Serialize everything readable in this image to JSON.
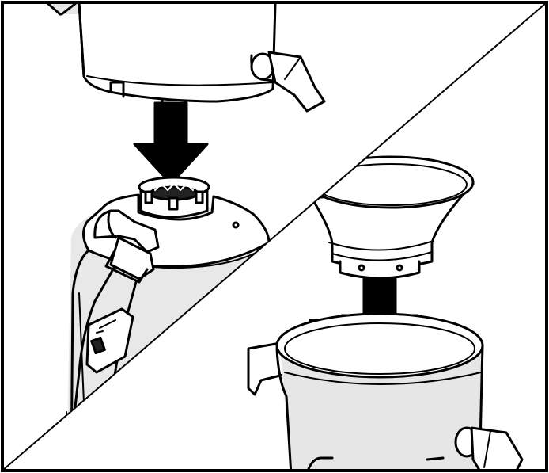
{
  "figure": {
    "panels": [
      {
        "id": "left",
        "arrow_direction": "down"
      },
      {
        "id": "right",
        "arrow_direction": "down"
      }
    ],
    "colors": {
      "line": "#000000",
      "fill": "#ffffff",
      "shade": "#e2e2e2",
      "dark": "#1a1a1a"
    }
  }
}
